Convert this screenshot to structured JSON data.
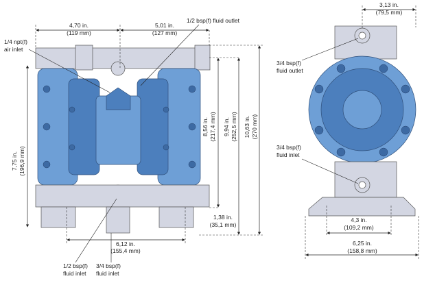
{
  "front_view": {
    "width_left": {
      "in": "4,70 in.",
      "mm": "(119 mm)"
    },
    "width_right": {
      "in": "5,01 in.",
      "mm": "(127 mm)"
    },
    "air_inlet": {
      "line1": "1/4 npt(f)",
      "line2": "air inlet"
    },
    "fluid_outlet": "1/2 bsp(f) fluid outlet",
    "height_left": {
      "in": "7,75 in.",
      "mm": "(196,9 mm)"
    },
    "height_a": {
      "in": "8,56 in.",
      "mm": "(217,4 mm)"
    },
    "height_b": {
      "in": "9,94 in.",
      "mm": "(252,5 mm)"
    },
    "height_c": {
      "in": "10,63 in.",
      "mm": "(270 mm)"
    },
    "base_height": {
      "in": "1,38 in.",
      "mm": "(35,1 mm)"
    },
    "base_width": {
      "in": "6,12 in.",
      "mm": "(155,4 mm)"
    },
    "fluid_inlet_half": {
      "line1": "1/2 bsp(f)",
      "line2": "fluid inlet"
    },
    "fluid_inlet_three_quarter": {
      "line1": "3/4 bsp(f)",
      "line2": "fluid inlet"
    }
  },
  "side_view": {
    "top_width": {
      "in": "3,13 in.",
      "mm": "(79,5 mm)"
    },
    "fluid_outlet": {
      "line1": "3/4 bsp(f)",
      "line2": "fluid outlet"
    },
    "fluid_inlet": {
      "line1": "3/4 bsp(f)",
      "line2": "fluid inlet"
    },
    "foot_width": {
      "in": "4,3 in.",
      "mm": "(109,2 mm)"
    },
    "base_width": {
      "in": "6,25 in.",
      "mm": "(158,8 mm)"
    }
  },
  "colors": {
    "body_blue": "#6e9fd6",
    "manifold_grey": "#d3d6e2"
  }
}
